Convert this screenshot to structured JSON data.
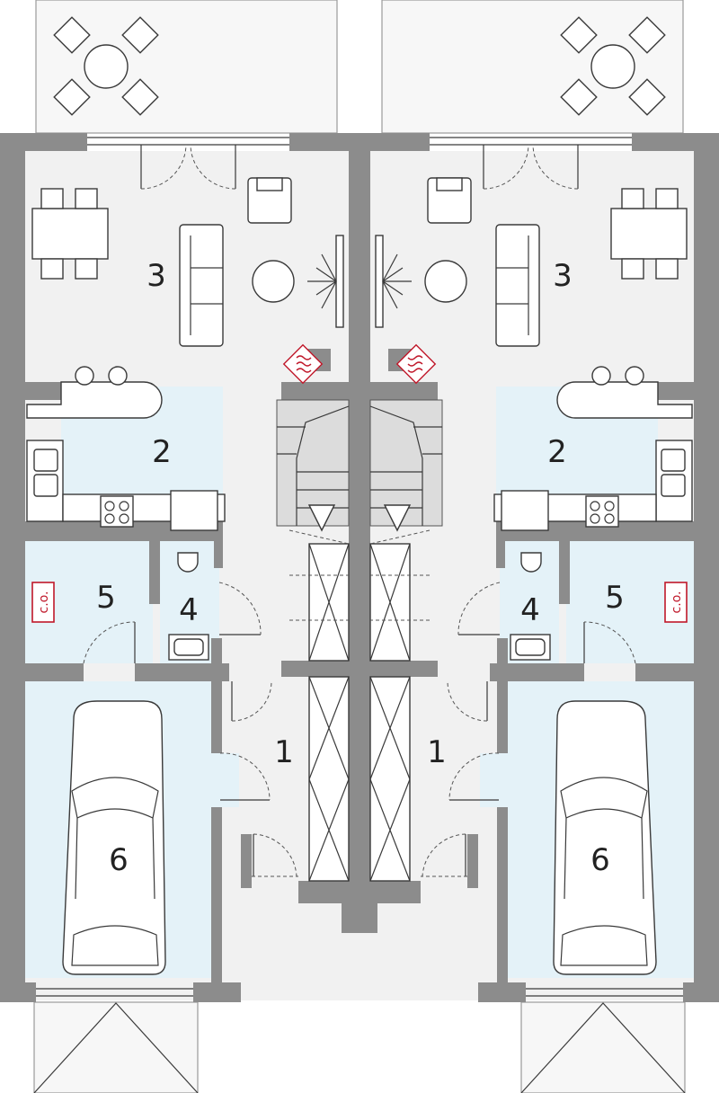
{
  "plan": {
    "units": [
      {
        "side": "left",
        "rooms": [
          {
            "id": "entrance",
            "label": "1"
          },
          {
            "id": "kitchen",
            "label": "2"
          },
          {
            "id": "living",
            "label": "3"
          },
          {
            "id": "wc",
            "label": "4"
          },
          {
            "id": "boiler",
            "label": "5"
          },
          {
            "id": "garage",
            "label": "6"
          }
        ],
        "boiler_tag": "c.o."
      },
      {
        "side": "right",
        "rooms": [
          {
            "id": "entrance",
            "label": "1"
          },
          {
            "id": "kitchen",
            "label": "2"
          },
          {
            "id": "living",
            "label": "3"
          },
          {
            "id": "wc",
            "label": "4"
          },
          {
            "id": "boiler",
            "label": "5"
          },
          {
            "id": "garage",
            "label": "6"
          }
        ],
        "boiler_tag": "c.o."
      }
    ]
  },
  "colors": {
    "wall": "#8c8c8c",
    "service_rooms": "#e4f2f8",
    "heater_mark": "#c0182a"
  }
}
